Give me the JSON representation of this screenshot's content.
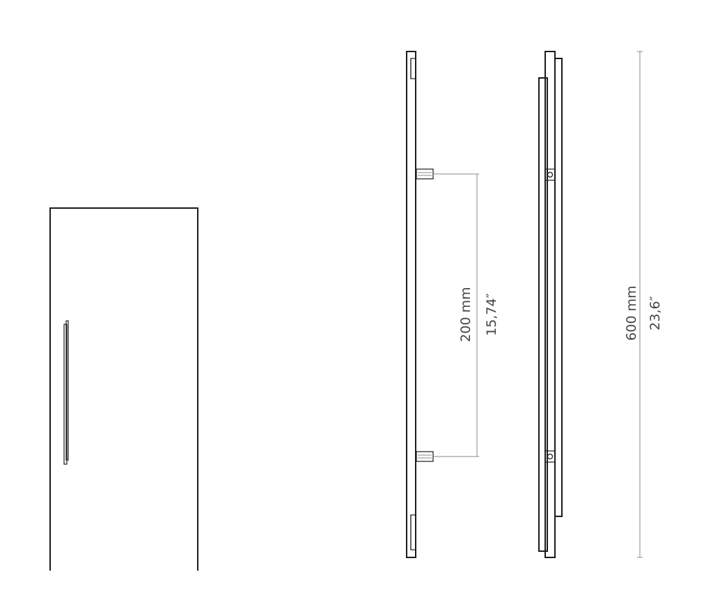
{
  "dimensions": {
    "hole_spacing_mm": "200 mm",
    "hole_spacing_in": "15,74″",
    "total_length_mm": "600 mm",
    "total_length_in": "23,6″"
  },
  "colors": {
    "line": "#1a1a1a",
    "dimension_line": "#8a8a8a",
    "text": "#444444",
    "background": "#ffffff"
  }
}
